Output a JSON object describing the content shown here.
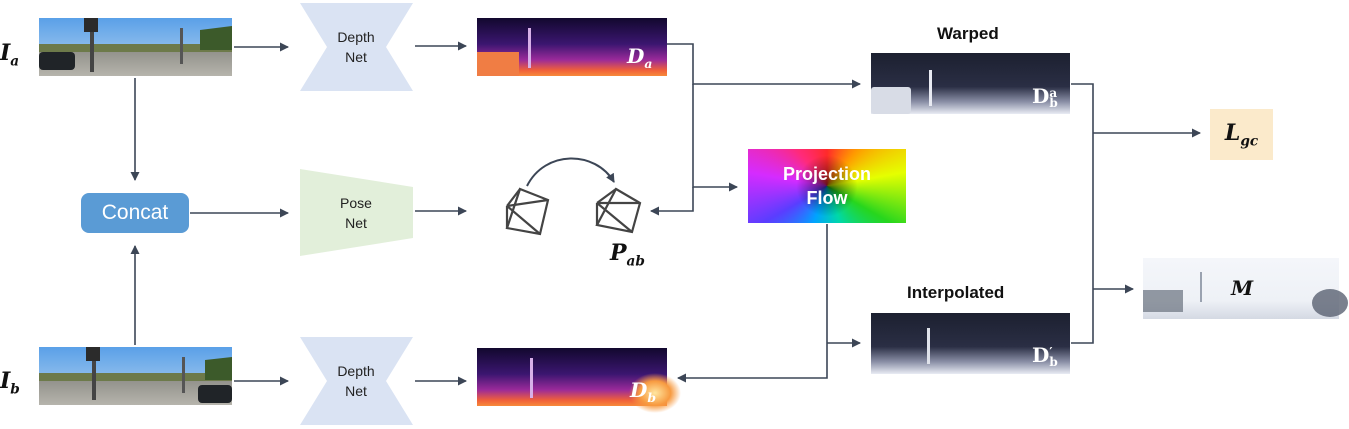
{
  "inputs": {
    "ia_label": "I",
    "ia_sub": "a",
    "ib_label": "I",
    "ib_sub": "b"
  },
  "networks": {
    "depth_net_top": [
      "Depth",
      "Net"
    ],
    "pose_net": [
      "Pose",
      "Net"
    ],
    "depth_net_bottom": [
      "Depth",
      "Net"
    ]
  },
  "concat": "Concat",
  "projection_flow": [
    "Projection",
    "Flow"
  ],
  "depth_maps": {
    "da_label": "D",
    "da_sub": "a",
    "db_label": "D",
    "db_sub": "b"
  },
  "pose": {
    "label": "P",
    "sub": "ab"
  },
  "warped": {
    "title": "Warped",
    "label": "D",
    "sup": "a",
    "sub": "b"
  },
  "interpolated": {
    "title": "Interpolated",
    "label": "D",
    "sup": "′",
    "sub": "b"
  },
  "loss": {
    "label": "L",
    "sub": "gc"
  },
  "mask": {
    "label": "M"
  },
  "colors": {
    "arrow": "#3c4656",
    "concat_fill": "#5a9bd5",
    "depth_net_fill": "#dae3f3",
    "pose_net_fill": "#e2efda",
    "loss_fill": "#fbeacb"
  }
}
